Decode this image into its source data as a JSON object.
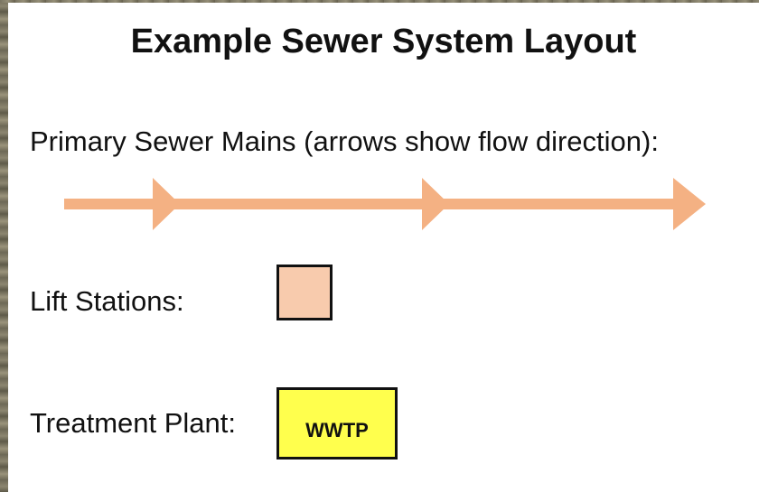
{
  "title": "Example Sewer System Layout",
  "legend": {
    "mains": {
      "label": "Primary Sewer Mains (arrows show flow direction):",
      "color": "#f4b183"
    },
    "lift_stations": {
      "label": "Lift Stations:",
      "color": "#f8cbad"
    },
    "treatment_plant": {
      "label": "Treatment Plant:",
      "symbol_text": "WWTP",
      "color": "#ffff4d"
    }
  }
}
